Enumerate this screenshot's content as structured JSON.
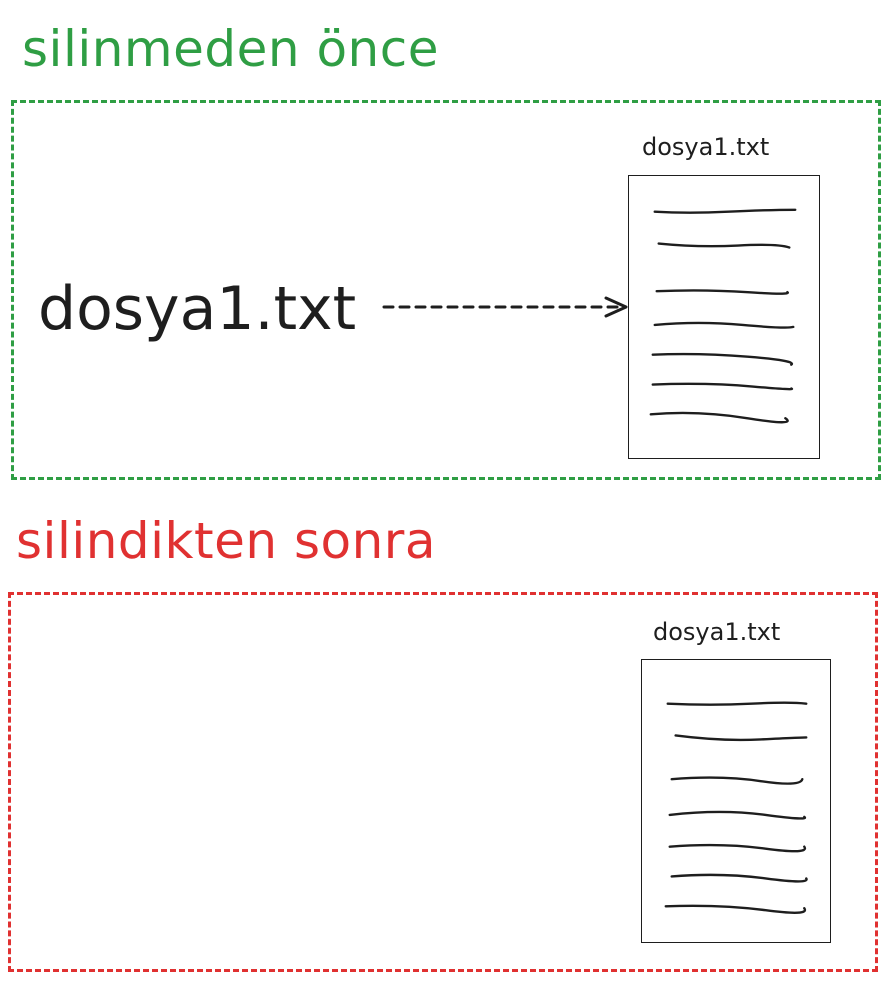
{
  "before": {
    "title": "silinmeden önce",
    "color": "#2f9e44",
    "link_name": "dosya1.txt",
    "file_label": "dosya1.txt",
    "file_icon": "text-file-icon",
    "arrow_icon": "dashed-arrow-icon"
  },
  "after": {
    "title": "silindikten sonra",
    "color": "#e03131",
    "file_label": "dosya1.txt",
    "file_icon": "text-file-icon"
  }
}
